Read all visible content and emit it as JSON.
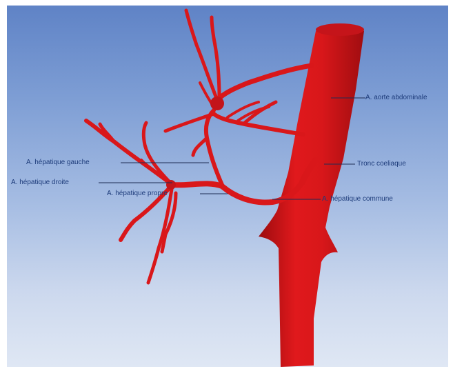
{
  "labels": {
    "aorte": "A. aorte abdominale",
    "tronc": "Tronc coeliaque",
    "hep_gauche": "A. hépatique gauche",
    "hep_droite": "A. hépatique droite",
    "hep_propre": "A. hépatique propre",
    "hep_commune": "A. hépatique commune"
  },
  "colors": {
    "vessel": "#d9171a",
    "vessel_dark": "#a30d10",
    "label_text": "#1d3b7a",
    "leader_line": "#1f2d55"
  }
}
